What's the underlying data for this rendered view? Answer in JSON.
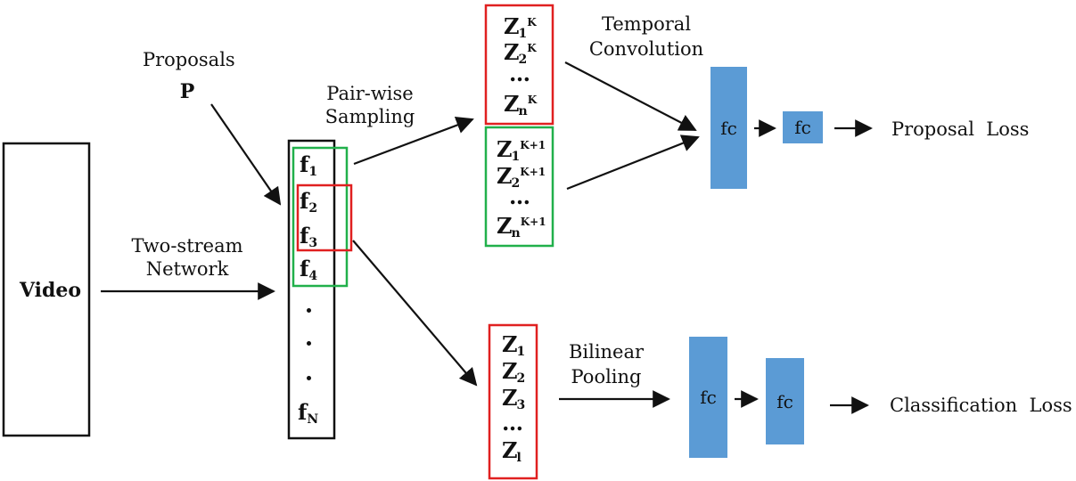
{
  "video": {
    "label": "Video"
  },
  "proposals": {
    "label": "Proposals",
    "symbol": "P"
  },
  "two_stream": {
    "line1": "Two-stream",
    "line2": "Network"
  },
  "features": {
    "items": [
      {
        "base": "f",
        "sub": "1"
      },
      {
        "base": "f",
        "sub": "2"
      },
      {
        "base": "f",
        "sub": "3"
      },
      {
        "base": "f",
        "sub": "4"
      },
      {
        "base": "f",
        "sub": "N"
      }
    ]
  },
  "pairwise": {
    "line1": "Pair-wise",
    "line2": "Sampling"
  },
  "temporal": {
    "line1": "Temporal",
    "line2": "Convolution"
  },
  "bilinear": {
    "line1": "Bilinear",
    "line2": "Pooling"
  },
  "z_red_top": [
    {
      "base": "Z",
      "sub": "1",
      "sup": "K"
    },
    {
      "base": "Z",
      "sub": "2",
      "sup": "K"
    },
    {
      "base": "…"
    },
    {
      "base": "Z",
      "sub": "n",
      "sup": "K"
    }
  ],
  "z_green": [
    {
      "base": "Z",
      "sub": "1",
      "sup": "K+1"
    },
    {
      "base": "Z",
      "sub": "2",
      "sup": "K+1"
    },
    {
      "base": "…"
    },
    {
      "base": "Z",
      "sub": "n",
      "sup": "K+1"
    }
  ],
  "z_bottom": [
    {
      "base": "Z",
      "sub": "1"
    },
    {
      "base": "Z",
      "sub": "2"
    },
    {
      "base": "Z",
      "sub": "3"
    },
    {
      "base": "…"
    },
    {
      "base": "Z",
      "sub": "l"
    }
  ],
  "fc_label": "fc",
  "fc_blocks": [
    "fc",
    "fc",
    "fc",
    "fc"
  ],
  "outputs": {
    "proposal_loss": "Proposal  Loss",
    "classification_loss": "Classification  Loss"
  },
  "colors": {
    "red": "#e02020",
    "green": "#21b04b",
    "blue": "#5b9bd5",
    "black": "#111111"
  }
}
